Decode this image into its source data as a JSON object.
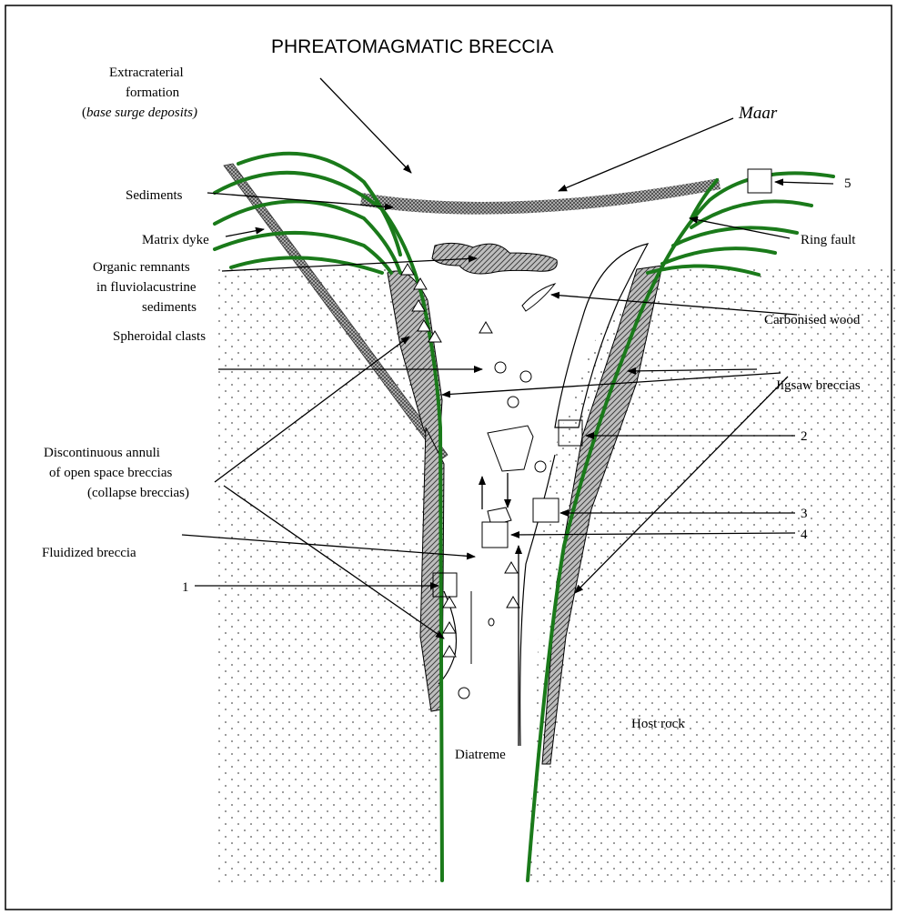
{
  "title": "PHREATOMAGMATIC BRECCIA",
  "labels": {
    "extracraterial_1": "Extracraterial",
    "extracraterial_2": "formation",
    "extracraterial_3_open": "(",
    "extracraterial_3_italic": "base surge deposits)",
    "maar": "Maar",
    "sediments": "Sediments",
    "matrix_dyke": "Matrix dyke",
    "organic_1": "Organic remnants",
    "organic_2": "in fluviolacustrine",
    "organic_3": "sediments",
    "spheroidal": "Spheroidal clasts",
    "discontinuous_1": "Discontinuous annuli",
    "discontinuous_2": "of open space breccias",
    "discontinuous_3": "(collapse breccias)",
    "fluidized": "Fluidized breccia",
    "ring_fault": "Ring fault",
    "carbonised": "Carbonised wood",
    "jigsaw": "Jigsaw breccias",
    "host_rock": "Host rock",
    "diatreme": "Diatreme",
    "n1": "1",
    "n2": "2",
    "n3": "3",
    "n4": "4",
    "n5": "5"
  },
  "colors": {
    "ring_fault_green": "#1a7a1a",
    "hatch": "#555555"
  }
}
